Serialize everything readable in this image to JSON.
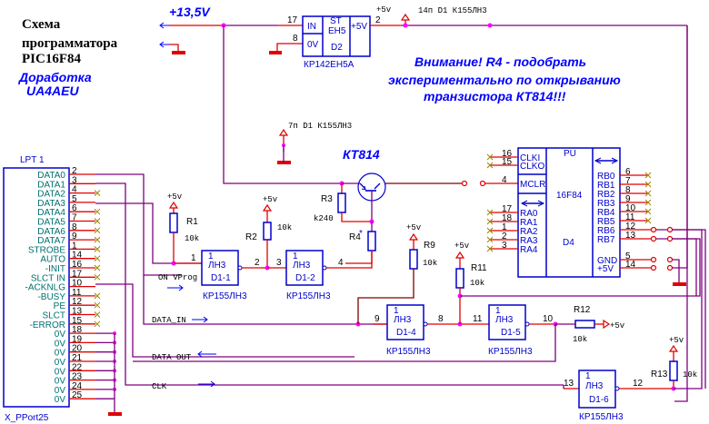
{
  "title": {
    "line1": "Схема",
    "line2": "программатора",
    "line3": "PIC16F84",
    "author1": "Доработка",
    "author2": "UA4AEU"
  },
  "supply": {
    "voltage": "+13,5V",
    "plus5": "+5v"
  },
  "note": {
    "line1": "Внимание!  R4 - подобрать",
    "line2": "экспериментально  по  открыванию",
    "line3": "транзистора  КТ814!!!"
  },
  "regulator": {
    "in": "IN",
    "st": "ST",
    "type": "EH5",
    "out": "+5V",
    "gnd": "0V",
    "ref": "D2",
    "part": "КР142ЕН5А",
    "pin_in": "17",
    "pin_gnd": "8",
    "pin_out": "2"
  },
  "power_notes": {
    "vcc": "14п D1 К155ЛН3",
    "gnd": "7п D1 К155ЛН3"
  },
  "transistor": {
    "label": "КТ814"
  },
  "lpt": {
    "title": "LPT 1",
    "part": "X_PPort25",
    "pins": [
      {
        "name": "DATA0",
        "num": "2"
      },
      {
        "name": "DATA1",
        "num": "3"
      },
      {
        "name": "DATA2",
        "num": "4"
      },
      {
        "name": "DATA3",
        "num": "5"
      },
      {
        "name": "DATA4",
        "num": "6"
      },
      {
        "name": "DATA5",
        "num": "7"
      },
      {
        "name": "DATA6",
        "num": "8"
      },
      {
        "name": "DATA7",
        "num": "9"
      },
      {
        "name": "STROBE",
        "num": "1"
      },
      {
        "name": "AUTO",
        "num": "14"
      },
      {
        "name": "-INIT",
        "num": "16"
      },
      {
        "name": "SLCT IN",
        "num": "17"
      },
      {
        "name": "-ACKNLG",
        "num": "10"
      },
      {
        "name": "-BUSY",
        "num": "11"
      },
      {
        "name": "PE",
        "num": "12"
      },
      {
        "name": "SLCT",
        "num": "13"
      },
      {
        "name": "-ERROR",
        "num": "15"
      },
      {
        "name": "0V",
        "num": "18"
      },
      {
        "name": "0V",
        "num": "19"
      },
      {
        "name": "0V",
        "num": "20"
      },
      {
        "name": "0V",
        "num": "21"
      },
      {
        "name": "0V",
        "num": "22"
      },
      {
        "name": "0V",
        "num": "23"
      },
      {
        "name": "0V",
        "num": "24"
      },
      {
        "name": "0V",
        "num": "25"
      }
    ]
  },
  "resistors": {
    "r1": {
      "ref": "R1",
      "val": "10k"
    },
    "r2": {
      "ref": "R2",
      "val": "10k"
    },
    "r3": {
      "ref": "R3",
      "val": "k240"
    },
    "r4": {
      "ref": "R4",
      "mark": "*"
    },
    "r9": {
      "ref": "R9",
      "val": "10k"
    },
    "r11": {
      "ref": "R11",
      "val": "10k"
    },
    "r12": {
      "ref": "R12",
      "val": "10k"
    },
    "r13": {
      "ref": "R13",
      "val": "10k"
    }
  },
  "gates": [
    {
      "ref": "D1-1",
      "type": "ЛН3",
      "unit": "1",
      "part": "КР155ЛН3",
      "in": "1",
      "out": "2"
    },
    {
      "ref": "D1-2",
      "type": "ЛН3",
      "unit": "1",
      "part": "КР155ЛН3",
      "in": "3",
      "out": "4"
    },
    {
      "ref": "D1-4",
      "type": "ЛН3",
      "unit": "1",
      "part": "КР155ЛН3",
      "in": "9",
      "out": "8"
    },
    {
      "ref": "D1-5",
      "type": "ЛН3",
      "unit": "1",
      "part": "КР155ЛН3",
      "in": "11",
      "out": "10"
    },
    {
      "ref": "D1-6",
      "type": "ЛН3",
      "unit": "1",
      "part": "КР155ЛН3",
      "in": "13",
      "out": "12"
    }
  ],
  "signals": {
    "on_vprog": "ON VProg",
    "data_in": "DATA_IN",
    "data_out": "DATA OUT",
    "clk": "CLK"
  },
  "pic": {
    "title": "PU",
    "name": "16F84",
    "ref": "D4",
    "left": [
      {
        "name": "CLKI",
        "num": "16"
      },
      {
        "name": "CLKO",
        "num": "15"
      },
      {
        "name": "MCLR",
        "num": "4"
      },
      {
        "name": "RA0",
        "num": "17"
      },
      {
        "name": "RA1",
        "num": "18"
      },
      {
        "name": "RA2",
        "num": "1"
      },
      {
        "name": "RA3",
        "num": "2"
      },
      {
        "name": "RA4",
        "num": "3"
      }
    ],
    "right": [
      {
        "name": "RB0",
        "num": "6"
      },
      {
        "name": "RB1",
        "num": "7"
      },
      {
        "name": "RB2",
        "num": "8"
      },
      {
        "name": "RB3",
        "num": "9"
      },
      {
        "name": "RB4",
        "num": "10"
      },
      {
        "name": "RB5",
        "num": "11"
      },
      {
        "name": "RB6",
        "num": "12"
      },
      {
        "name": "RB7",
        "num": "13"
      },
      {
        "name": "GND",
        "num": "5"
      },
      {
        "name": "+5V",
        "num": "14"
      }
    ]
  }
}
